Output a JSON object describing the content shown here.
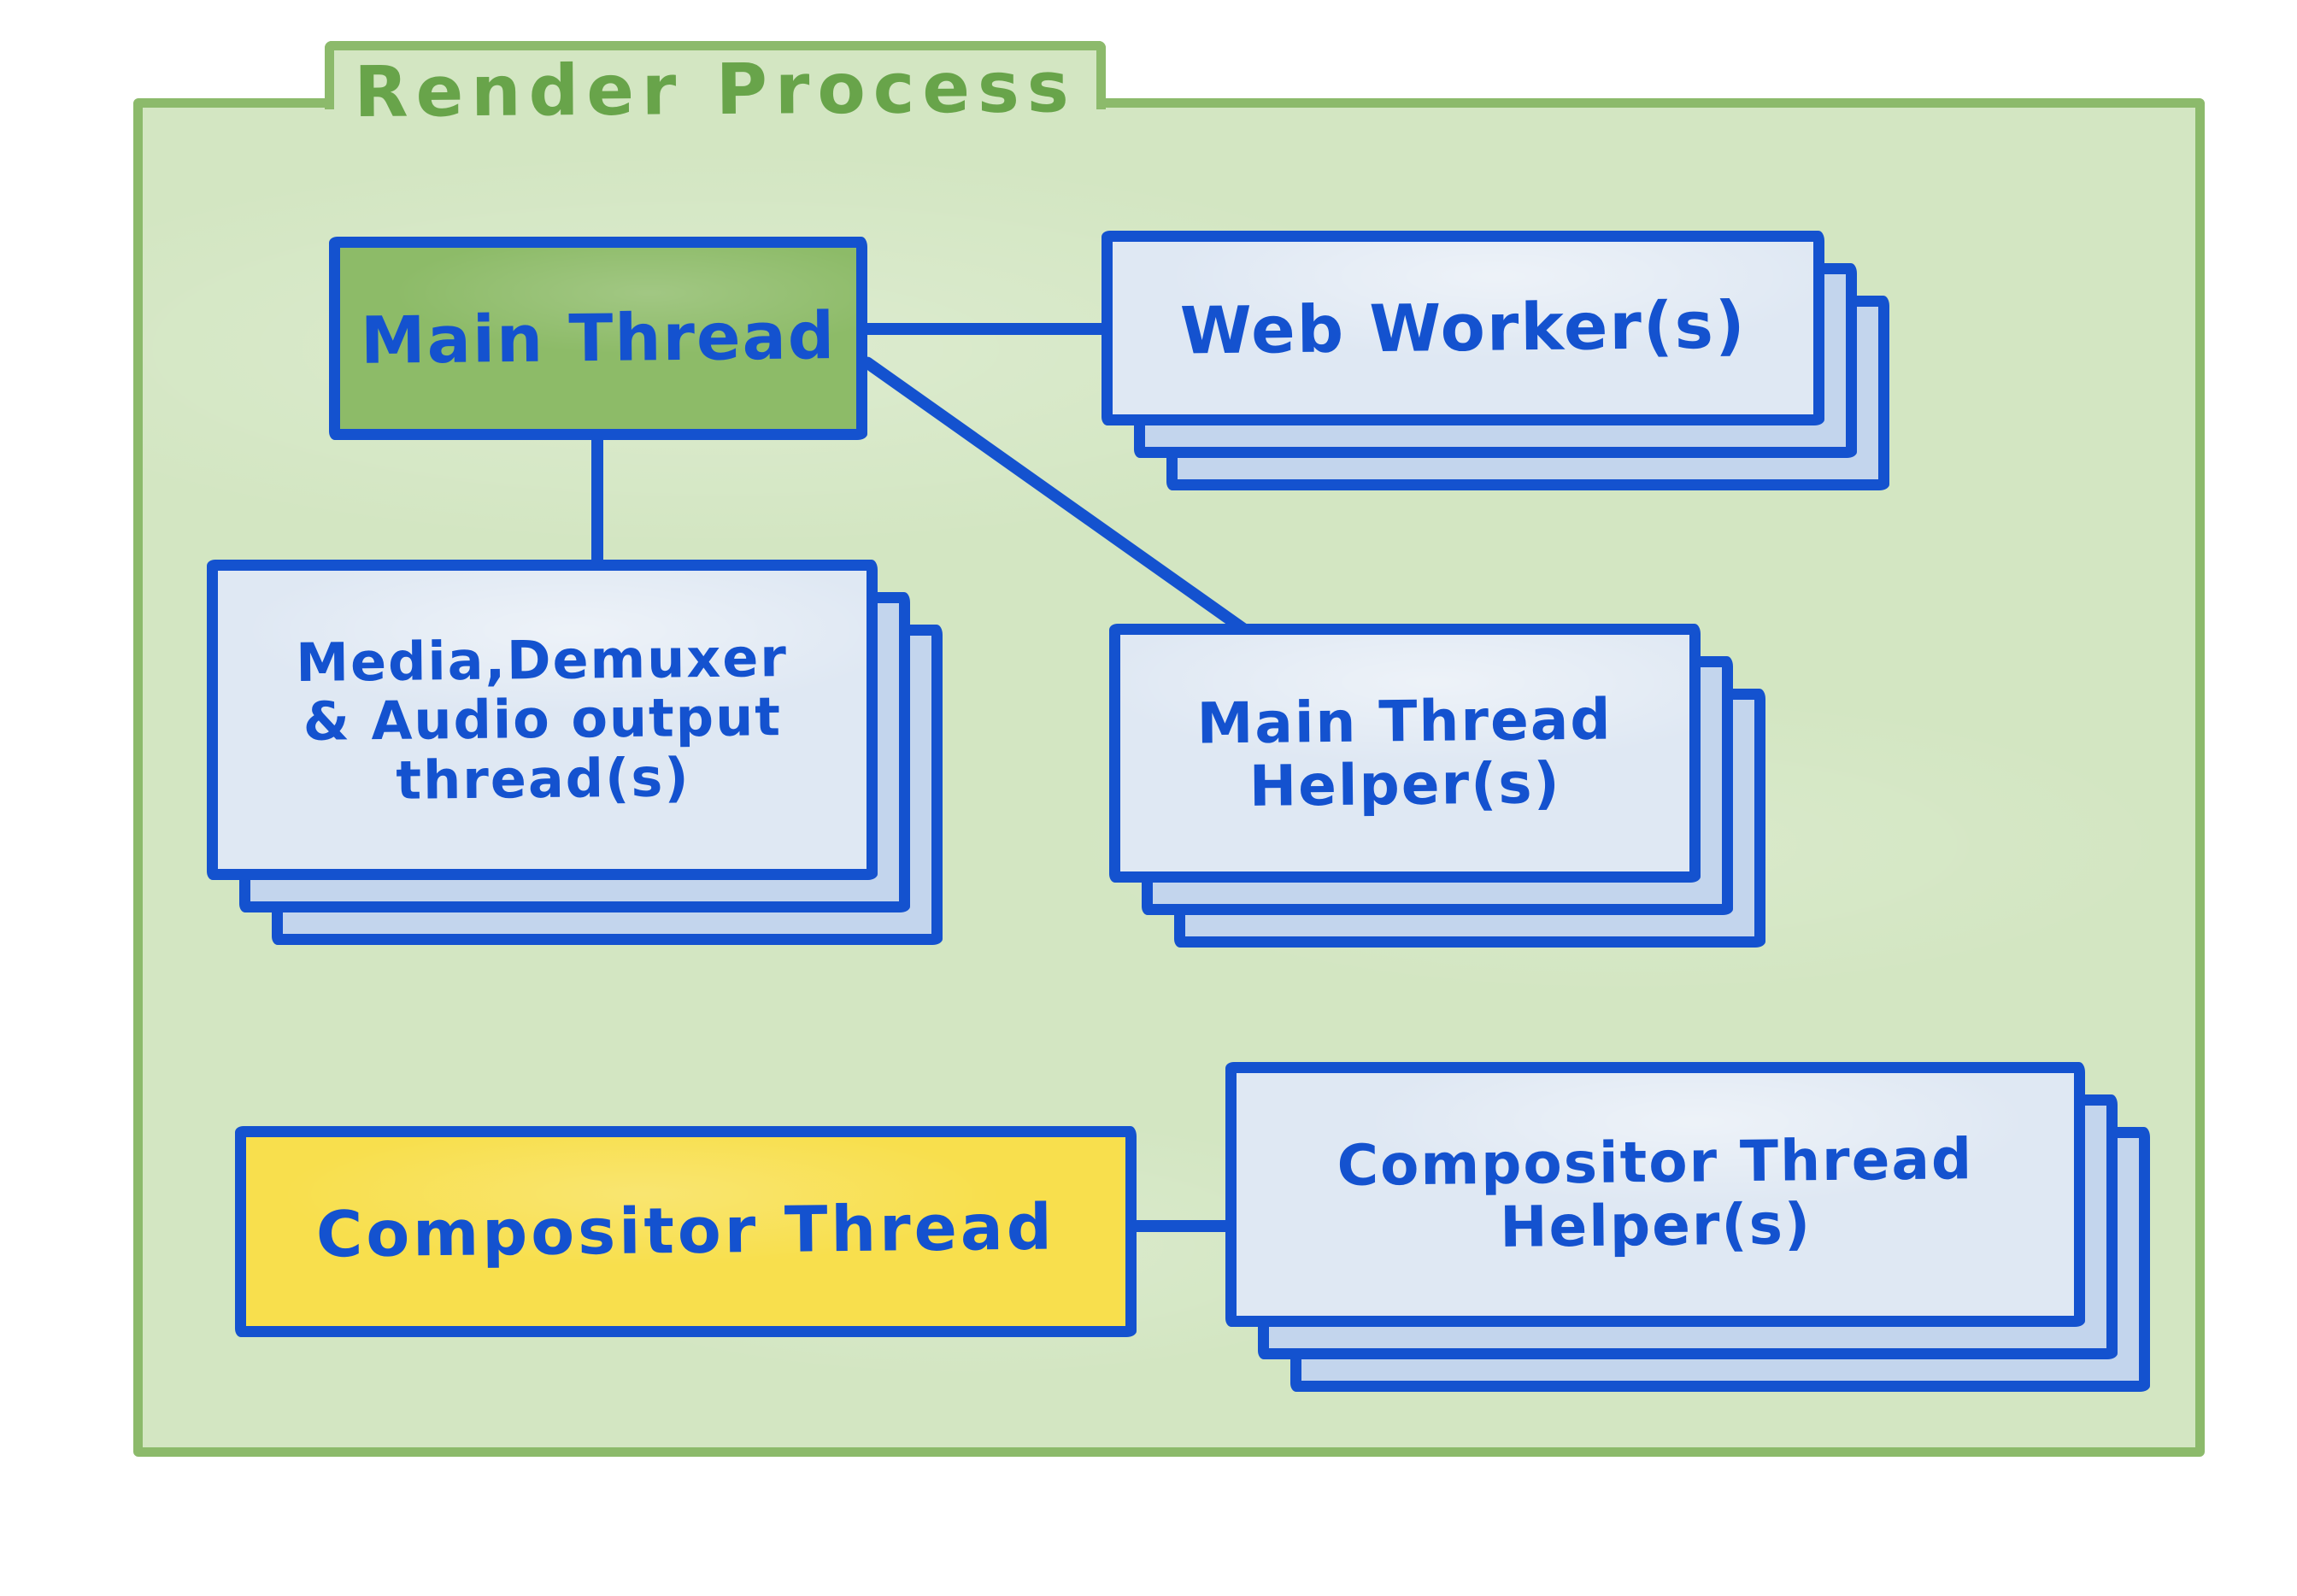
{
  "diagram": {
    "title": "Render Process",
    "colors": {
      "blue": "#1452cf",
      "folder_fill": "#d3e6c2",
      "folder_border": "#8cba6b",
      "title_green": "#68a44a",
      "box_front": "#dfe8f3",
      "box_back": "#c3d5ed",
      "main_green": "#8dbb68",
      "comp_yellow": "#f8df4d"
    },
    "nodes": {
      "main_thread": {
        "label": "Main Thread"
      },
      "web_workers": {
        "label": "Web Worker(s)",
        "stacked": true
      },
      "media": {
        "label": "Media,Demuxer & Audio output thread(s)",
        "lines": [
          "Media,Demuxer",
          "& Audio output",
          "thread(s)"
        ],
        "stacked": true
      },
      "main_thread_helpers": {
        "label": "Main Thread Helper(s)",
        "lines": [
          "Main Thread",
          "Helper(s)"
        ],
        "stacked": true
      },
      "compositor_thread": {
        "label": "Compositor Thread"
      },
      "compositor_thread_helpers": {
        "label": "Compositor Thread Helper(s)",
        "lines": [
          "Compositor Thread",
          "Helper(s)"
        ],
        "stacked": true
      }
    },
    "edges": [
      {
        "from": "main_thread",
        "to": "web_workers"
      },
      {
        "from": "main_thread",
        "to": "media"
      },
      {
        "from": "main_thread",
        "to": "main_thread_helpers"
      },
      {
        "from": "compositor_thread",
        "to": "compositor_thread_helpers"
      }
    ]
  }
}
